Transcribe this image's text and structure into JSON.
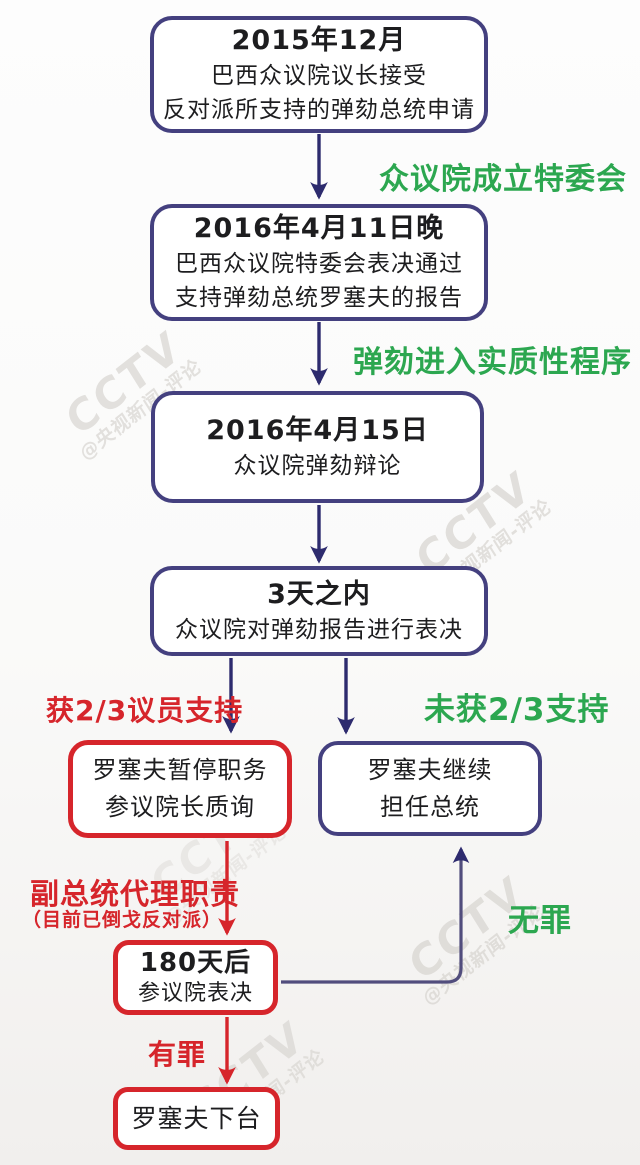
{
  "diagram": {
    "nodes": [
      {
        "id": "petition-accepted",
        "title": "2015年12月",
        "lines": [
          "巴西众议院议长接受",
          "反对派所支持的弹劾总统申请"
        ]
      },
      {
        "id": "committee-report",
        "title": "2016年4月11日晚",
        "lines": [
          "巴西众议院特委会表决通过",
          "支持弹劾总统罗塞夫的报告"
        ]
      },
      {
        "id": "house-debate",
        "title": "2016年4月15日",
        "lines": [
          "众议院弹劾辩论"
        ]
      },
      {
        "id": "house-vote",
        "title": "3天之内",
        "lines": [
          "众议院对弹劾报告进行表决"
        ]
      },
      {
        "id": "suspended",
        "lines": [
          "罗塞夫暂停职务",
          "参议院长质询"
        ]
      },
      {
        "id": "remains-president",
        "lines": [
          "罗塞夫继续",
          "担任总统"
        ]
      },
      {
        "id": "senate-vote",
        "title": "180天后",
        "lines": [
          "参议院表决"
        ]
      },
      {
        "id": "steps-down",
        "lines": [
          "罗塞夫下台"
        ]
      }
    ],
    "edge_labels": {
      "form_committee": "众议院成立特委会",
      "substantive_stage": "弹劾进入实质性程序",
      "two_thirds_support": "获2/3议员支持",
      "no_two_thirds": "未获2/3支持",
      "vp_acting": "副总统代理职责",
      "vp_note": "（目前已倒戈反对派）",
      "innocent": "无罪",
      "guilty": "有罪"
    },
    "watermark": {
      "line1": "CCTV",
      "line2": "@央视新闻-评论"
    }
  },
  "colors": {
    "navy_border": "#44407f",
    "navy_arrow": "#2d2b6e",
    "red": "#d6252b",
    "green": "#2ca750",
    "ink": "#1d1d1f",
    "watermark": "#d2cfca"
  }
}
